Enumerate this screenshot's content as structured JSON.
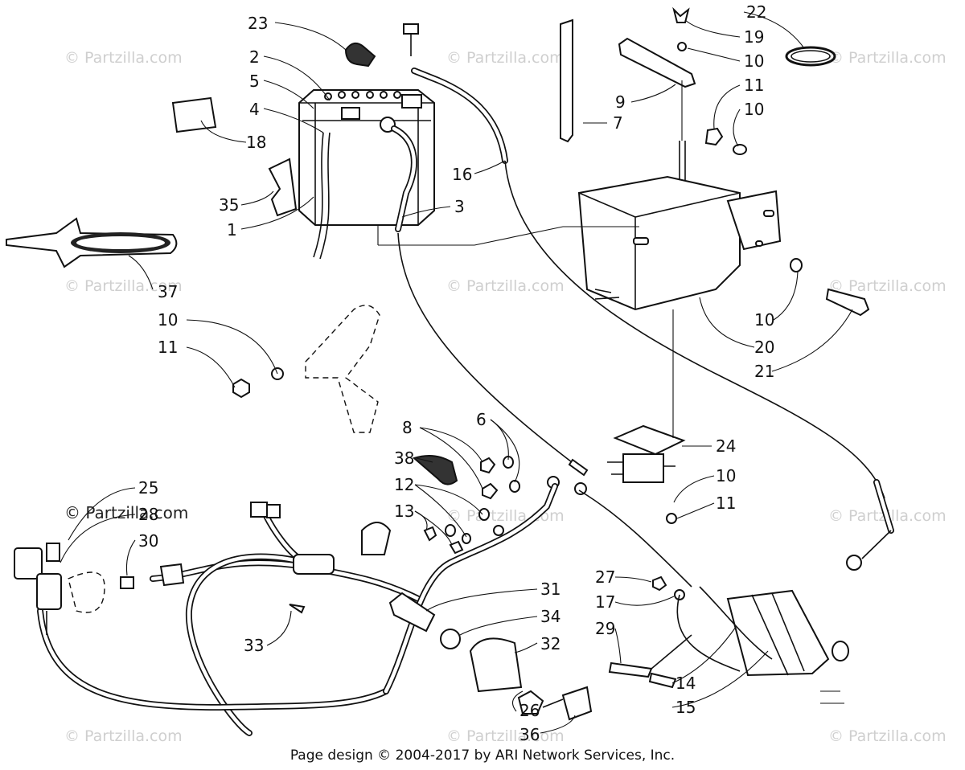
{
  "watermark": "© Partzilla.com",
  "footer": "Page design © 2004-2017 by ARI Network Services, Inc.",
  "callouts": {
    "c23": "23",
    "c2": "2",
    "c5": "5",
    "c4": "4",
    "c18": "18",
    "c35": "35",
    "c1": "1",
    "c37": "37",
    "c3": "3",
    "c16": "16",
    "c7": "7",
    "c9": "9",
    "c22": "22",
    "c19": "19",
    "c10a": "10",
    "c11a": "11",
    "c10b": "10",
    "c10c": "10",
    "c20": "20",
    "c21": "21",
    "c10d": "10",
    "c11b": "11",
    "c8": "8",
    "c6": "6",
    "c38": "38",
    "c12": "12",
    "c13": "13",
    "c24": "24",
    "c10e": "10",
    "c11c": "11",
    "c25": "25",
    "c28": "28",
    "c30": "30",
    "c31": "31",
    "c34": "34",
    "c32": "32",
    "c33": "33",
    "c27": "27",
    "c17": "17",
    "c29": "29",
    "c14": "14",
    "c15": "15",
    "c26": "26",
    "c36": "36"
  }
}
